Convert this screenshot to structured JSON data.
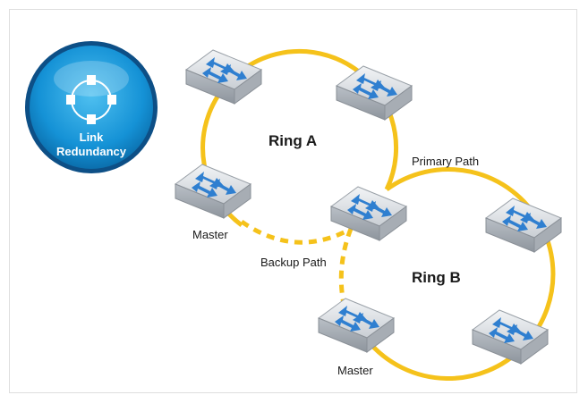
{
  "badge": {
    "line1": "Link",
    "line2": "Redundancy",
    "icon": "ring-of-servers-icon"
  },
  "rings": [
    {
      "id": "ring_a",
      "label": "Ring A"
    },
    {
      "id": "ring_b",
      "label": "Ring B"
    }
  ],
  "paths": {
    "primary": "Primary Path",
    "backup": "Backup Path"
  },
  "masters": [
    {
      "id": "master_ring_a",
      "label": "Master"
    },
    {
      "id": "master_ring_b",
      "label": "Master"
    }
  ],
  "colors": {
    "ring": "#f5c21b",
    "switch_body": "#d9dde2",
    "switch_arrows": "#2f7fd0",
    "badge": "#1592d6"
  },
  "icons": [
    "network-switch-icon",
    "ring-of-servers-icon"
  ]
}
